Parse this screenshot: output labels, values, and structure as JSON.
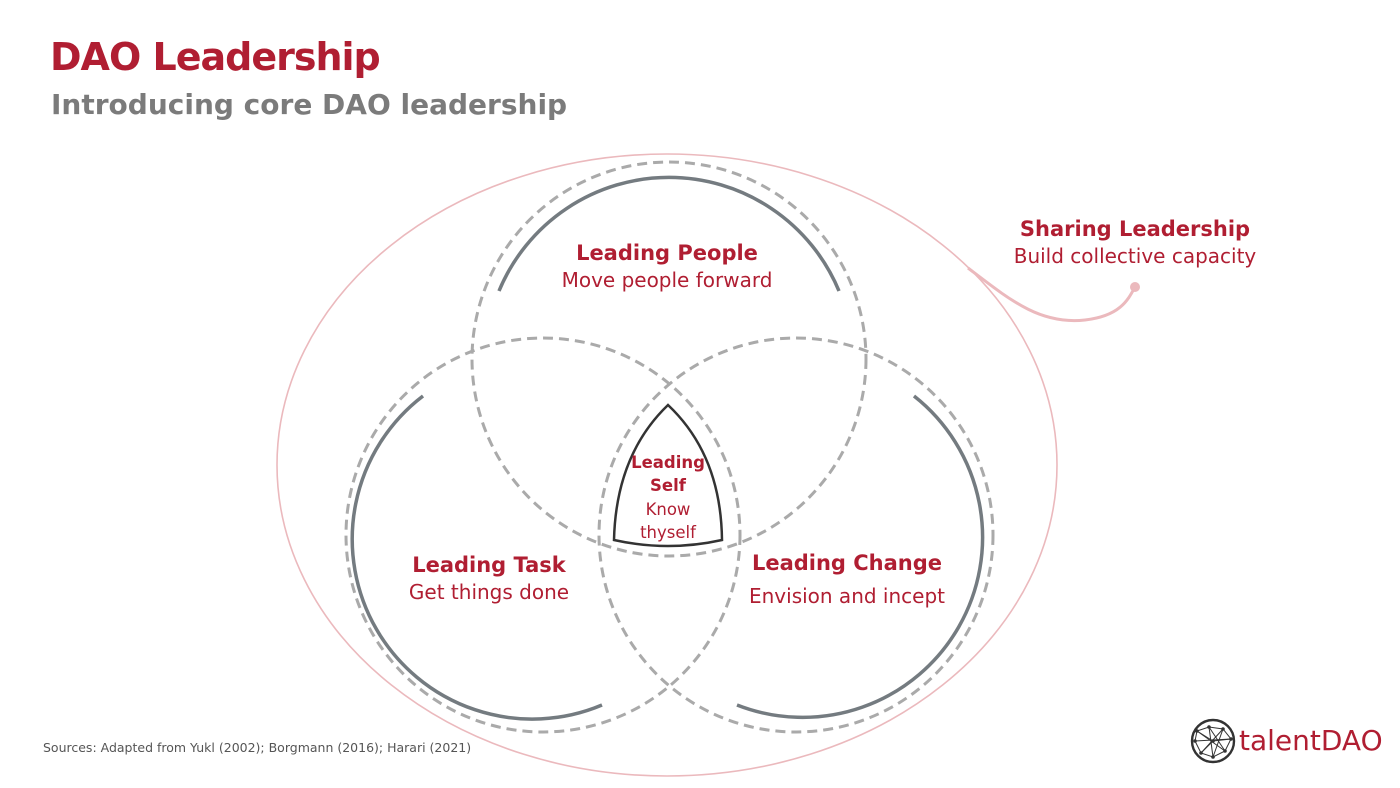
{
  "title": "DAO Leadership",
  "subtitle": "Introducing core DAO leadership",
  "diagram": {
    "leading_people": {
      "title": "Leading People",
      "desc": "Move people forward"
    },
    "leading_task": {
      "title": "Leading Task",
      "desc": "Get things done"
    },
    "leading_change": {
      "title": "Leading Change",
      "desc": "Envision and incept"
    },
    "leading_self": {
      "title_line1": "Leading",
      "title_line2": "Self",
      "desc_line1": "Know",
      "desc_line2": "thyself"
    },
    "sharing_leadership": {
      "title": "Sharing Leadership",
      "desc": "Build collective capacity"
    }
  },
  "sources": "Sources: Adapted from Yukl (2002); Borgmann (2016); Harari (2021)",
  "logo": {
    "text": "talentDAO"
  },
  "colors": {
    "accent": "#b01e32",
    "subtitle": "#7b7b7b",
    "dashed_circle": "#aaaaaa",
    "solid_arc": "#747b80",
    "outer_ellipse": "#ebb9bd",
    "logo_text": "#b01e32",
    "logo_icon": "#333333"
  }
}
